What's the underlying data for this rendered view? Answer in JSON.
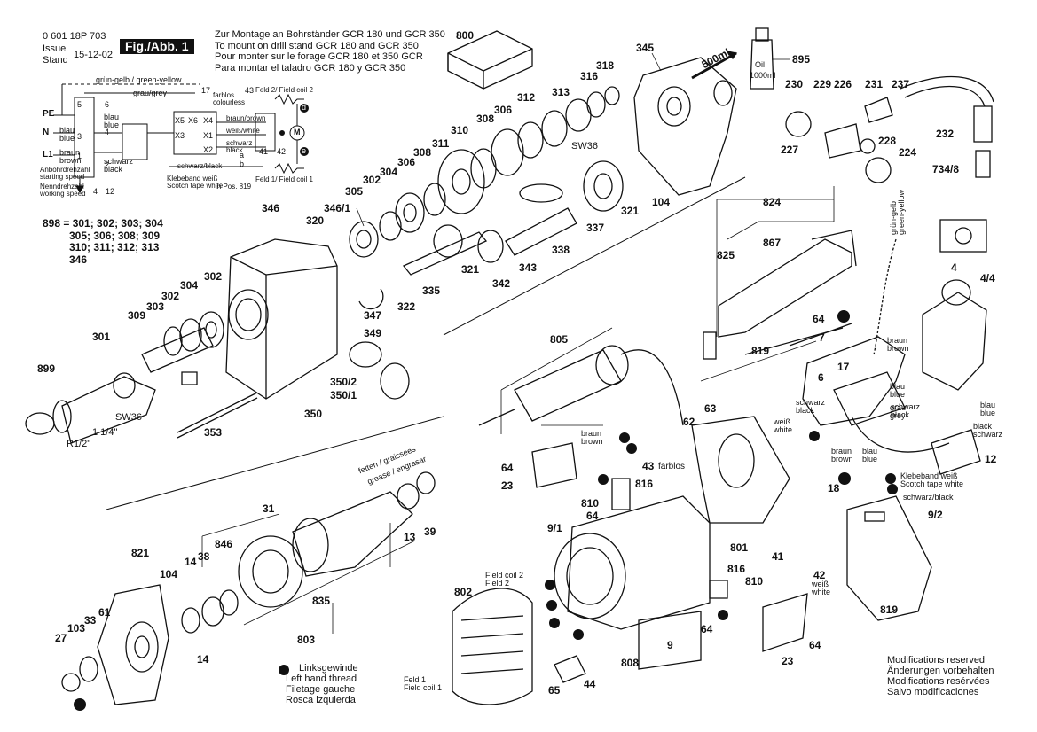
{
  "header": {
    "doc_number": "0 601 18P 703",
    "issue_label": "Issue",
    "stand_label": "Stand",
    "issue_date": "15-12-02",
    "fig_label": "Fig./Abb. 1",
    "mount_lines": [
      "Zur Montage an Bohrständer GCR 180 und GCR 350",
      "To mount on drill stand GCR 180 and GCR 350",
      "Pour monter sur le forage GCR 180 et 350 GCR",
      "Para montar el taladro GCR 180 y GCR 350"
    ]
  },
  "wiring": {
    "gruen_gelb": "grün-gelb / green-yellow",
    "grau_grey": "grau/grey",
    "pe": "PE",
    "n": "N",
    "l1": "L1",
    "blau_blue": "blau\nblue",
    "braun_brown": "braun\nbrown",
    "blau_blue2": "blau\nblue",
    "schwarz_black": "schwarz\nblack",
    "anbohr": "Anbohrdrehzahl\nstarting speed",
    "nenndreh": "Nenndrehzahl\nworking speed",
    "kleband": "Klebeband weiß\nScotch tape white",
    "in_pos": "in Pos. 819",
    "farblos": "farblos\ncolourless",
    "feld2": "Feld 2/ Field coil 2",
    "feld1": "Feld 1/ Field coil 1",
    "braun_wire": "braun/brown",
    "weiss_wire": "weiß/white",
    "schwarz_wire": "schwarz\nblack",
    "schwarz_black_wire": "schwarz/black",
    "x_labels": [
      "X5",
      "X6",
      "X4",
      "X3",
      "X1",
      "X2"
    ],
    "term_nums": [
      "5",
      "6",
      "3",
      "4",
      "1",
      "2"
    ],
    "num_17": "17",
    "num_43": "43",
    "num_41": "41",
    "num_42": "42",
    "num_4": "4",
    "num_12": "12",
    "m": "M",
    "d": "d",
    "e": "e",
    "a": "a",
    "b": "b"
  },
  "set_898": [
    "898 = 301; 302; 303; 304",
    "305; 306; 308; 309",
    "310; 311; 312; 313",
    "346"
  ],
  "oil": {
    "line1": "Oil",
    "line2": "1000ml",
    "tag": "500ml"
  },
  "parts": {
    "p800": "800",
    "p345": "345",
    "p895": "895",
    "p318": "318",
    "p316": "316",
    "p313": "313",
    "p312": "312",
    "p306a": "306",
    "p308a": "308",
    "p310": "310",
    "p311": "311",
    "p308b": "308",
    "p306b": "306",
    "p304a": "304",
    "p302a": "302",
    "p305": "305",
    "p346": "346",
    "p346_1": "346/1",
    "p320": "320",
    "p338": "338",
    "p337": "337",
    "p321a": "321",
    "p321b": "321",
    "p343": "343",
    "p342": "342",
    "p335": "335",
    "p322": "322",
    "p104a": "104",
    "p230": "230",
    "p229": "229",
    "p226": "226",
    "p231": "231",
    "p237": "237",
    "p227": "227",
    "p228": "228",
    "p224": "224",
    "p232": "232",
    "p734_8": "734/8",
    "sw36a": "SW36",
    "p347": "347",
    "p349": "349",
    "p350_2": "350/2",
    "p350_1": "350/1",
    "p350": "350",
    "p353": "353",
    "p302b": "302",
    "p304b": "304",
    "p302c": "302",
    "p303": "303",
    "p309": "309",
    "p301": "301",
    "p899": "899",
    "sw36b": "SW36",
    "r12": "R1/2\"",
    "one14": "1 1/4\"",
    "p824": "824",
    "p867": "867",
    "p825": "825",
    "p805": "805",
    "p64a": "64",
    "p7": "7",
    "p819a": "819",
    "p6": "6",
    "p17": "17",
    "p62": "62",
    "p63": "63",
    "p4": "4",
    "p4_4": "4/4",
    "p12": "12",
    "p64b": "64",
    "p23a": "23",
    "p43": "43",
    "farblos": "farblos",
    "p816a": "816",
    "p810a": "810",
    "p64c": "64",
    "p9_1": "9/1",
    "p801": "801",
    "p41": "41",
    "p18": "18",
    "p9_2": "9/2",
    "p819b": "819",
    "p42": "42",
    "p816b": "816",
    "p810b": "810",
    "p64d": "64",
    "p23b": "23",
    "p64e": "64",
    "p9": "9",
    "p808": "808",
    "p802": "802",
    "p65": "65",
    "p44": "44",
    "p31": "31",
    "p13": "13",
    "p39": "39",
    "p821": "821",
    "p846": "846",
    "p104b": "104",
    "p14a": "14",
    "p38": "38",
    "p835": "835",
    "p803": "803",
    "p14b": "14",
    "p27": "27",
    "p103": "103",
    "p33": "33",
    "p61": "61"
  },
  "labels": {
    "braun_brown": "braun\nbrown",
    "blau_blue": "blau\nblue",
    "grau_grey": "grau\ngrey",
    "schwarz_black": "schwarz\nblack",
    "weiss_white": "weiß\nwhite",
    "weiss_white2": "weiß\nwhite",
    "black_schwarz": "black\nschwarz",
    "blau_blue_r": "blau\nblue",
    "braun_brown_r": "braun\nbrown",
    "braun_brown_mid": "braun\nbrown",
    "blau_blue_mid": "blau\nblue",
    "schwarz_black_mid": "schwarz\nblack",
    "gruengelb": "grün-gelb\ngreen-yellow",
    "klebeband": "Klebeband weiß\nScotch tape white",
    "schwarz_black_r": "schwarz/black",
    "field_coil2": "Field coil 2\nField 2",
    "feld1": "Feld 1\nField coil 1",
    "fetten": "fetten / graissees",
    "grease": "grease / engrasar"
  },
  "legend": {
    "lines": [
      "Linksgewinde",
      "Left hand thread",
      "Filetage gauche",
      "Rosca izquierda"
    ]
  },
  "footer": {
    "lines": [
      "Modifications reserved",
      "Änderungen vorbehalten",
      "Modifications resérvées",
      "Salvo modificaciones"
    ]
  }
}
